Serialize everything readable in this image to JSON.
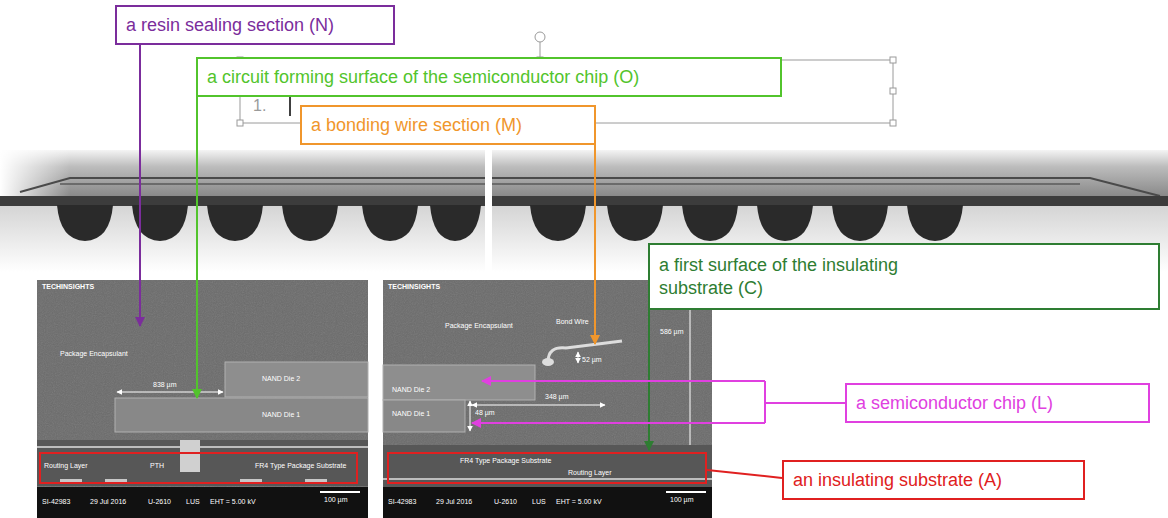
{
  "diagram": {
    "nodes": [
      {
        "text": [
          "a resin sealing section (N)"
        ]
      },
      {
        "text": [
          "a circuit forming surface of the semiconductor chip (O)"
        ]
      },
      {
        "text": [
          "a bonding wire section (M)"
        ]
      },
      {
        "text": [
          "a first surface of the insulating substrate (C)"
        ]
      },
      {
        "text": [
          "a semiconductor chip (L)"
        ]
      },
      {
        "text": [
          "an insulating substrate (A)"
        ]
      }
    ],
    "labels": [
      "1.",
      "TECHINSIGHTS",
      "Package Encapsulant",
      "NAND Die 2",
      "838 µm",
      "NAND Die 1",
      "Routing Layer",
      "PTH",
      "FR4 Type Package Substrate",
      "SI-42983",
      "29 Jul 2016",
      "U-2610",
      "LUS",
      "EHT = 5.00 kV",
      "100 µm",
      "TECHINSIGHTS",
      "Package Encapsulant",
      "Bond Wire",
      "52 µm",
      "NAND Die 2",
      "348 µm",
      "NAND Die 1",
      "48 µm",
      "586 µm",
      "FR4 Type Package Substrate",
      "Routing Layer",
      "SI-42983",
      "29 Jul 2016",
      "U-2610",
      "LUS",
      "EHT = 5.00 kV",
      "100 µm"
    ]
  }
}
